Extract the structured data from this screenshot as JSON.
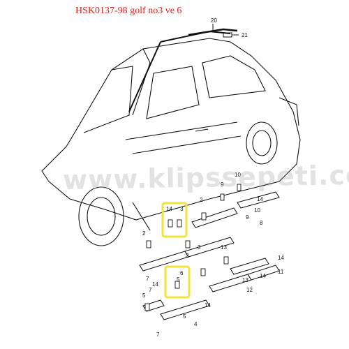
{
  "header": {
    "title": "HSK0137-98 golf no3 ve 6"
  },
  "watermark": {
    "text": "www.klipssepeti.com"
  },
  "callouts": {
    "c20": "20",
    "c21": "21",
    "c10": "10",
    "c9a": "9",
    "c2a": "2",
    "c14a": "14",
    "c3a": "3",
    "c14b": "14",
    "c10b": "10",
    "c9b": "9",
    "c8": "8",
    "c2b": "2",
    "c2c": "2",
    "c3b": "3",
    "c7a": "7",
    "c13": "13",
    "c14c": "14",
    "c6": "6",
    "c5a": "5",
    "c14d": "14",
    "c13b": "13",
    "c12": "12",
    "c14e": "14",
    "c11": "11",
    "c7b": "7",
    "c5b": "5",
    "c5c": "5",
    "c14f": "14",
    "c4": "4",
    "c7c": "7"
  },
  "highlight_color": "#f2e33a"
}
